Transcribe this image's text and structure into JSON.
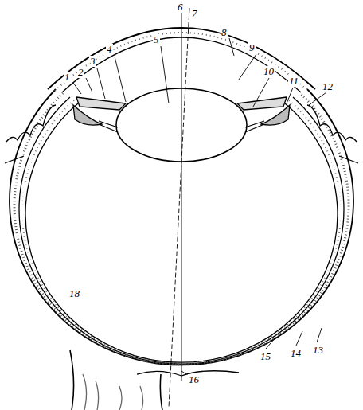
{
  "diagram": {
    "labels": [
      "1",
      "2",
      "3",
      "4",
      "5",
      "6",
      "7",
      "8",
      "9",
      "10",
      "11",
      "12",
      "13",
      "14",
      "15",
      "16",
      "18"
    ]
  }
}
